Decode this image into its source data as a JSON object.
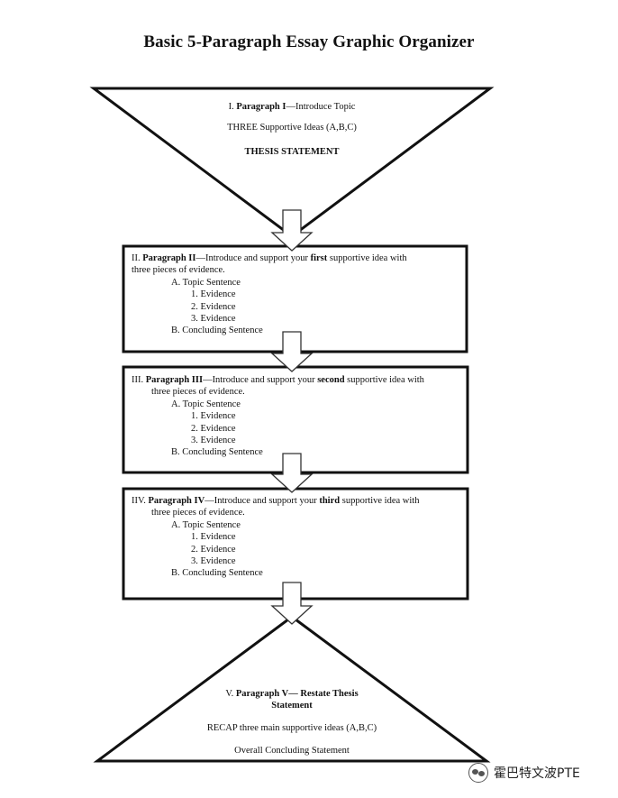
{
  "title": "Basic 5-Paragraph Essay Graphic Organizer",
  "intro": {
    "roman": "I.",
    "label": "Paragraph I",
    "rest": "—Introduce Topic",
    "line2": "THREE  Supportive Ideas (A,B,C)",
    "line3": "THESIS STATEMENT"
  },
  "body_paragraphs": [
    {
      "roman": "II.",
      "label": "Paragraph II",
      "text_before": "—Introduce and support your ",
      "ordinal": "first",
      "text_after": " supportive idea with",
      "wrap": "three pieces of evidence.",
      "topic": "A. Topic Sentence",
      "evidence": [
        "1. Evidence",
        "2. Evidence",
        "3. Evidence"
      ],
      "concluding": "B.  Concluding Sentence"
    },
    {
      "roman": "III.",
      "label": "Paragraph III",
      "text_before": "—Introduce and support your ",
      "ordinal": "second",
      "text_after": " supportive idea with",
      "wrap": "three pieces of evidence.",
      "topic": "A. Topic Sentence",
      "evidence": [
        "1. Evidence",
        "2. Evidence",
        "3. Evidence"
      ],
      "concluding": "B.  Concluding Sentence"
    },
    {
      "roman": "IIV.",
      "label": "Paragraph IV",
      "text_before": "—Introduce and support your ",
      "ordinal": "third",
      "text_after": " supportive idea with",
      "wrap": "three pieces of evidence.",
      "topic": "A. Topic Sentence",
      "evidence": [
        "1. Evidence",
        "2. Evidence",
        "3. Evidence"
      ],
      "concluding": "B.  Concluding Sentence"
    }
  ],
  "conclusion": {
    "roman": "V.",
    "label": "Paragraph V",
    "rest": "— Restate Thesis",
    "rest2": "Statement",
    "line2": "RECAP three main supportive ideas (A,B,C)",
    "line3": "Overall Concluding Statement"
  },
  "watermark": "霍巴特文波PTE",
  "colors": {
    "stroke": "#111111",
    "background": "#ffffff"
  }
}
